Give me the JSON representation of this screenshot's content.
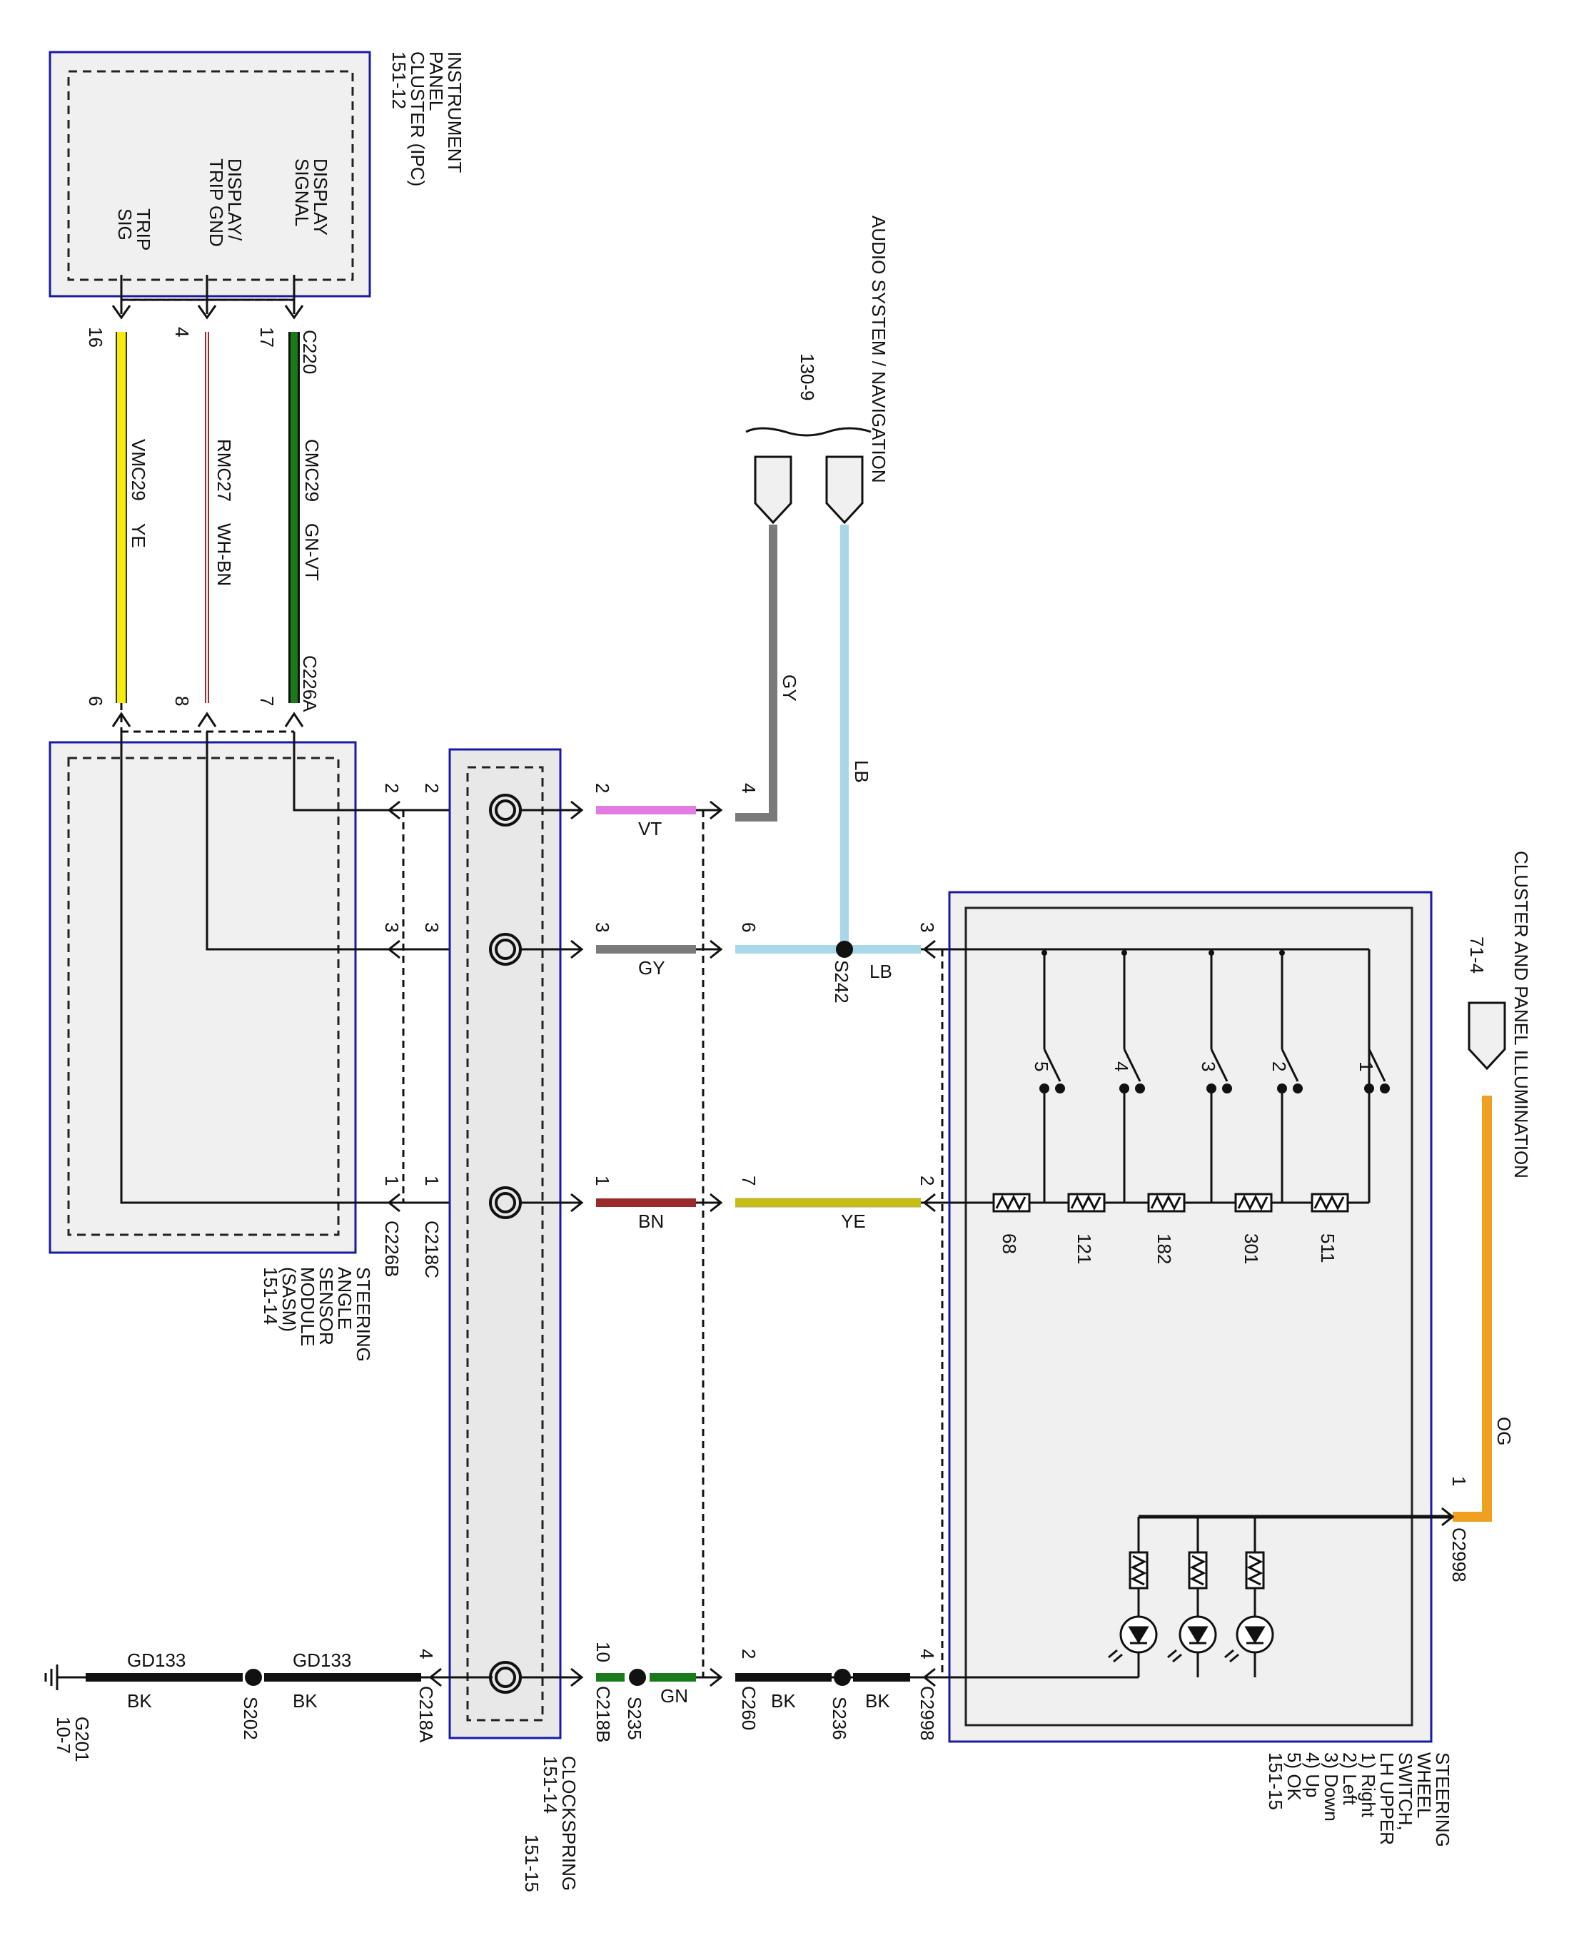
{
  "colors": {
    "YE": "#f5ec0a",
    "GN": "#1a7a1a",
    "VT": "#e27be2",
    "GY": "#7a7a7a",
    "LB": "#a8d8e8",
    "BN": "#9b2b2b",
    "BK": "#111111",
    "OG": "#f0a020",
    "frame_blue": "#1a1aa8",
    "panel_fill": "#f0f0f0"
  },
  "ipc": {
    "title_lines": [
      "INSTRUMENT",
      "PANEL",
      "CLUSTER (IPC)",
      "151-12"
    ],
    "pins": {
      "display_signal": [
        "DISPLAY",
        "SIGNAL"
      ],
      "display_trip_gnd": [
        "DISPLAY/",
        "TRIP GND"
      ],
      "trip_sig": [
        "TRIP",
        "SIG"
      ]
    }
  },
  "audio": {
    "title": "AUDIO SYSTEM / NAVIGATION",
    "ref": "130-9"
  },
  "cluster_illum": {
    "title": "CLUSTER AND PANEL ILLUMINATION",
    "ref": "71-4"
  },
  "wires_top": [
    {
      "circuit": "CMC29",
      "color_code": "GN-VT"
    },
    {
      "circuit": "RMC27",
      "color_code": "WH-BN"
    },
    {
      "circuit": "VMC29",
      "color_code": "YE"
    }
  ],
  "connectors": {
    "c220": "C220",
    "c226a": "C226A",
    "c226b": "C226B",
    "c218c": "C218C",
    "c218a": "C218A",
    "c218b": "C218B",
    "c260": "C260",
    "c2998": "C2998",
    "c2998b": "C2998"
  },
  "pins": {
    "c220": [
      "17",
      "4",
      "16"
    ],
    "c226a": [
      "7",
      "8",
      "6"
    ],
    "c226b": [
      "2",
      "3",
      "1"
    ],
    "c218c": [
      "2",
      "3",
      "1"
    ],
    "clock_out": [
      "2",
      "3",
      "1"
    ],
    "sw_in": [
      "4",
      "6",
      "7"
    ],
    "sw": [
      "3",
      "2"
    ],
    "gnd_a": "4",
    "gnd_b": "10",
    "gnd_c": "2",
    "gnd_d": "4",
    "illum": "1"
  },
  "colorlabels": {
    "vt": "VT",
    "gy": "GY",
    "bn": "BN",
    "ye": "YE",
    "lb": "LB",
    "gy_up": "GY",
    "lb_up": "LB",
    "og": "OG",
    "gn": "GN",
    "bk1": "BK",
    "bk2": "BK",
    "bk3": "BK",
    "bk4": "BK"
  },
  "splices": {
    "s242": "S242",
    "s202": "S202",
    "s235": "S235",
    "s236": "S236"
  },
  "ground_circuits": [
    "GD133",
    "GD133"
  ],
  "ground": {
    "name": "G201",
    "ref": "10-7"
  },
  "sasm": {
    "title_lines": [
      "STEERING",
      "ANGLE",
      "SENSOR",
      "MODULE",
      "(SASM)",
      "151-14"
    ]
  },
  "clockspring": {
    "title_lines": [
      "CLOCKSPRING",
      "151-14",
      "151-15"
    ]
  },
  "switch_module": {
    "title_lines": [
      "STEERING",
      "WHEEL",
      "SWITCH,",
      "LH UPPER",
      "1) Right",
      "2) Left",
      "3) Down",
      "4) Up",
      "5) OK",
      "151-15"
    ],
    "switch_numbers": [
      "5",
      "4",
      "3",
      "2",
      "1"
    ],
    "resistors": [
      "68",
      "121",
      "182",
      "301",
      "511"
    ]
  }
}
